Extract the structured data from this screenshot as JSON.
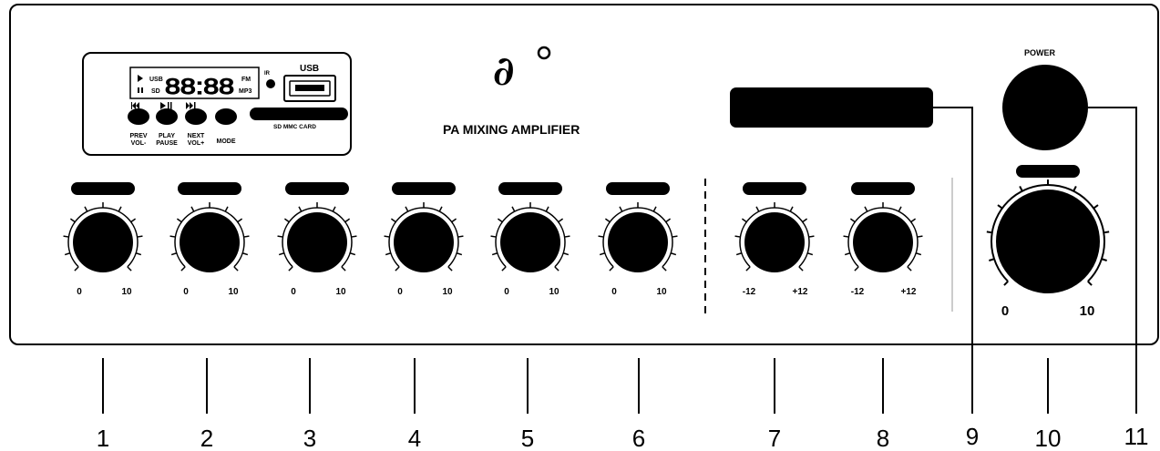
{
  "title": "PA MIXING AMPLIFIER",
  "power_label": "POWER",
  "player": {
    "usb_label": "USB",
    "ind_usb": "USB",
    "ind_sd": "SD",
    "digits": "88:88",
    "ind_fm": "FM",
    "ind_mp3": "MP3",
    "ir_label": "IR",
    "card_label": "SD MMC CARD",
    "buttons": [
      {
        "line1": "PREV",
        "line2": "VOL-"
      },
      {
        "line1": "PLAY",
        "line2": "PAUSE"
      },
      {
        "line1": "NEXT",
        "line2": "VOL+"
      },
      {
        "line1": "MODE",
        "line2": ""
      }
    ]
  },
  "channel_knobs": [
    {
      "min": "0",
      "max": "10",
      "callout": "1"
    },
    {
      "min": "0",
      "max": "10",
      "callout": "2"
    },
    {
      "min": "0",
      "max": "10",
      "callout": "3"
    },
    {
      "min": "0",
      "max": "10",
      "callout": "4"
    },
    {
      "min": "0",
      "max": "10",
      "callout": "5"
    },
    {
      "min": "0",
      "max": "10",
      "callout": "6"
    }
  ],
  "tone_knobs": [
    {
      "min": "-12",
      "max": "+12",
      "callout": "7"
    },
    {
      "min": "-12",
      "max": "+12",
      "callout": "8"
    }
  ],
  "master_knob": {
    "min": "0",
    "max": "10",
    "callout": "10"
  },
  "display_callout": "9",
  "power_callout": "11"
}
